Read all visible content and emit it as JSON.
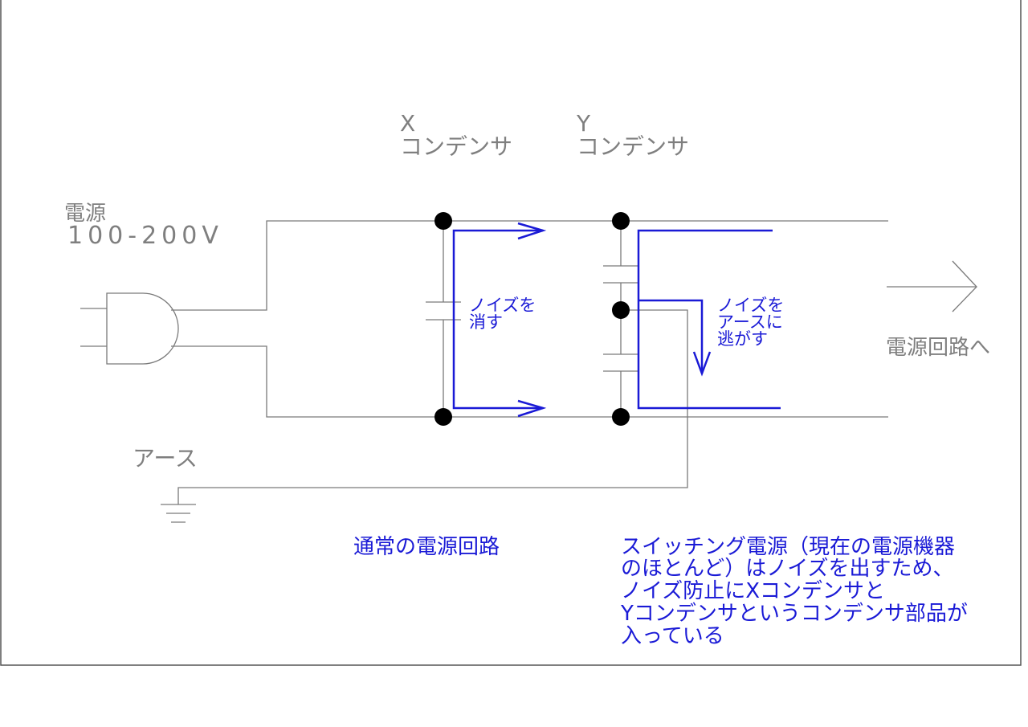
{
  "labels": {
    "x_cap_line1": "X",
    "x_cap_line2": "コンデンサ",
    "y_cap_line1": "Y",
    "y_cap_line2": "コンデンサ",
    "power_line1": "電源",
    "power_line2": "100-200V",
    "earth": "アース",
    "to_circuit": "電源回路へ",
    "normal_circuit": "通常の電源回路"
  },
  "notes": {
    "x_noise_line1": "ノイズを",
    "x_noise_line2": "消す",
    "y_noise_line1": "ノイズを",
    "y_noise_line2": "アースに",
    "y_noise_line3": "逃がす"
  },
  "description_lines": [
    "スイッチング電源（現在の電源機器",
    "のほとんど）はノイズを出すため、",
    "ノイズ防止にXコンデンサと",
    "Yコンデンサというコンデンサ部品が",
    "入っている"
  ],
  "colors": {
    "wire": "#7a7a7a",
    "label": "#7f7f7f",
    "noise_path": "#1a1ad6",
    "node": "#000000"
  }
}
